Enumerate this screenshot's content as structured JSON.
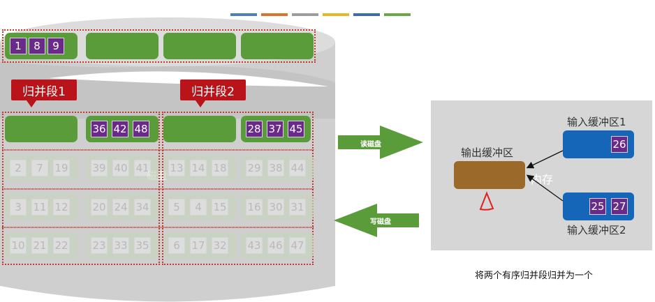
{
  "title_bar_colors": [
    "#4f7fb6",
    "#d8742d",
    "#9c9c9c",
    "#e9b52a",
    "#3d6bad",
    "#6aa64a"
  ],
  "disk": {
    "label": "磁盘",
    "top_row": {
      "cells": [
        "1",
        "8",
        "9"
      ]
    },
    "segment1": {
      "label": "归并段1",
      "row1_cells": [
        "36",
        "42",
        "48"
      ]
    },
    "segment2": {
      "label": "归并段2",
      "row1_cells": [
        "28",
        "37",
        "45"
      ]
    },
    "faded_rows": [
      [
        [
          "2",
          "7",
          "19"
        ],
        [
          "39",
          "40",
          "41"
        ],
        [
          "13",
          "14",
          "18"
        ],
        [
          "29",
          "38",
          "44"
        ]
      ],
      [
        [
          "3",
          "11",
          "12"
        ],
        [
          "20",
          "24",
          "34"
        ],
        [
          "5",
          "4",
          "15"
        ],
        [
          "16",
          "30",
          "31"
        ]
      ],
      [
        [
          "10",
          "21",
          "22"
        ],
        [
          "23",
          "33",
          "35"
        ],
        [
          "6",
          "17",
          "32"
        ],
        [
          "43",
          "46",
          "47"
        ]
      ]
    ]
  },
  "arrows": {
    "read": "读磁盘",
    "write": "写磁盘"
  },
  "memory": {
    "label": "内存",
    "output_buffer_label": "输出缓冲区",
    "input1": {
      "label": "输入缓冲区1",
      "cells": [
        "26"
      ]
    },
    "input2": {
      "label": "输入缓冲区2",
      "cells": [
        "25",
        "27"
      ]
    }
  },
  "caption": "将两个有序归并段归并为一个",
  "colors": {
    "block_green": "#5b9c3a",
    "cell_purple": "#6a2a8a",
    "input_buffer_blue": "#1565b8",
    "output_buffer_brown": "#9b6a2a",
    "callout_red": "#b8141a",
    "disk_gray": "#cfcfcf"
  }
}
